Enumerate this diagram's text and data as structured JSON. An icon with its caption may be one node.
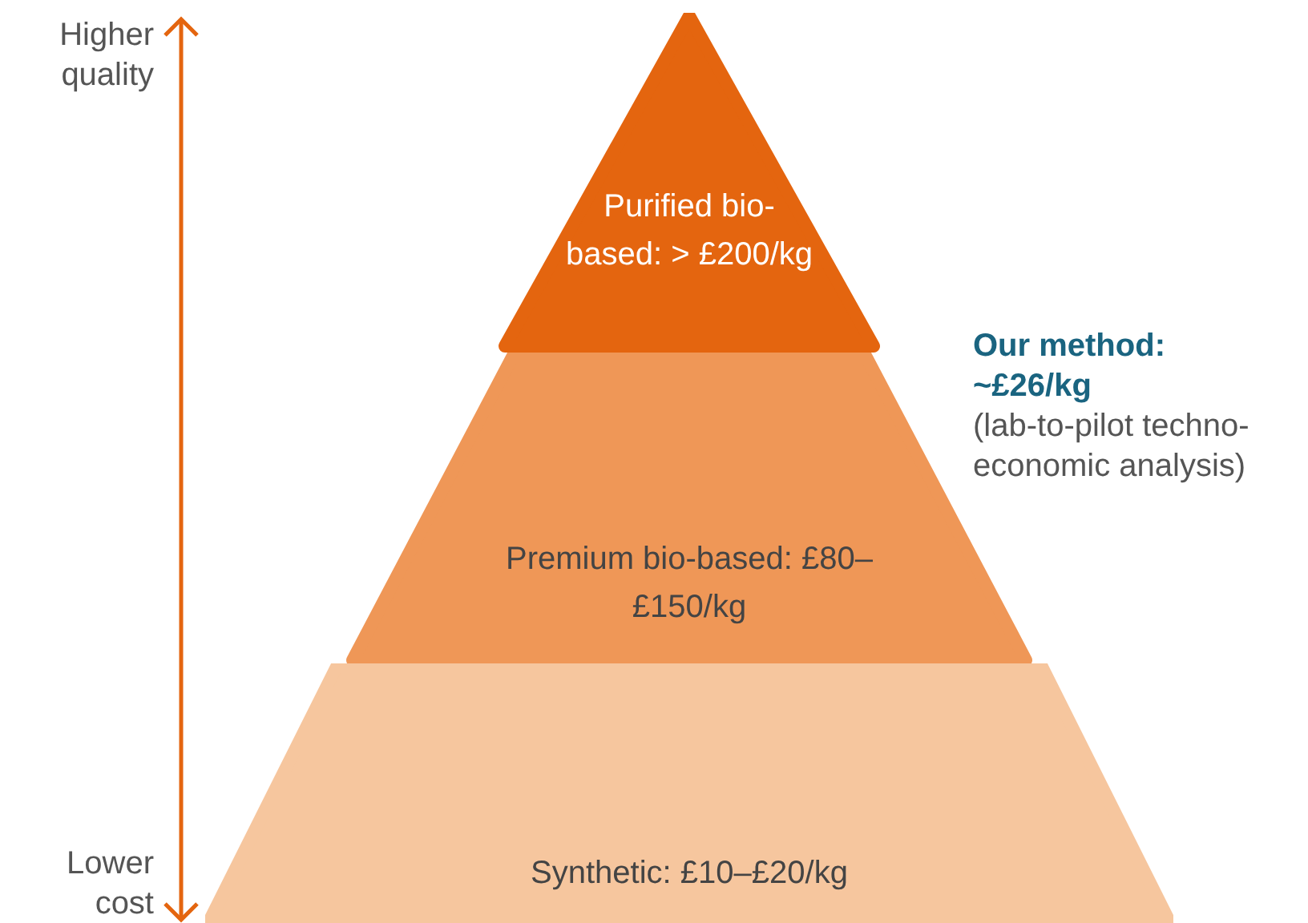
{
  "diagram": {
    "nodes": [
      {
        "text": [
          "Purified bio-based: > £200/kg"
        ]
      },
      {
        "text": [
          "Premium bio-based: £80–£150/kg"
        ]
      },
      {
        "text": [
          "Synthetic: £10–£20/kg"
        ]
      }
    ],
    "labels": [
      "Higher quality",
      "Lower cost",
      "Our method: ~£26/kg",
      "(lab-to-pilot techno-economic analysis)"
    ]
  }
}
